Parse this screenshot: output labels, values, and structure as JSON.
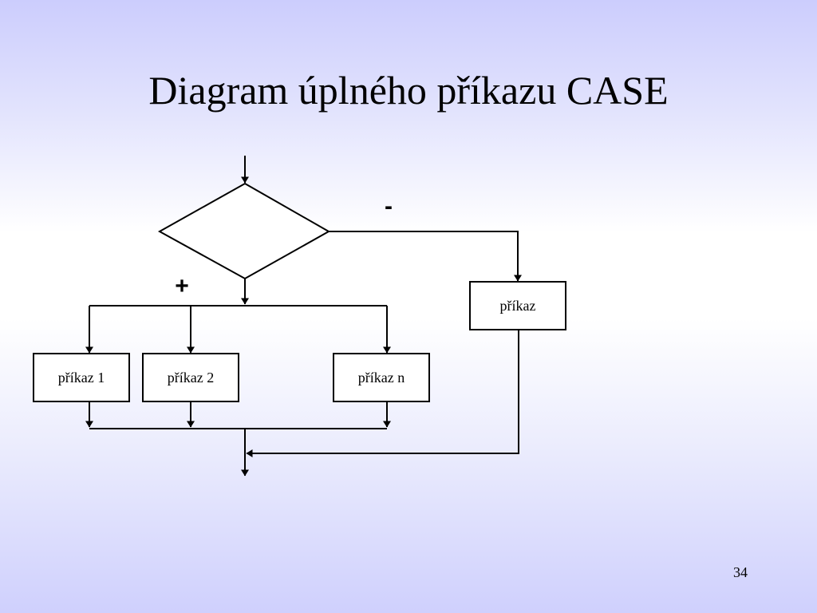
{
  "slide": {
    "title": "Diagram úplného příkazu CASE",
    "page_number": "34"
  },
  "diagram": {
    "branch_true_label": "+",
    "branch_false_label": "-",
    "boxes": {
      "case_1": "příkaz 1",
      "case_2": "příkaz 2",
      "case_n": "příkaz n",
      "else": "příkaz"
    }
  }
}
